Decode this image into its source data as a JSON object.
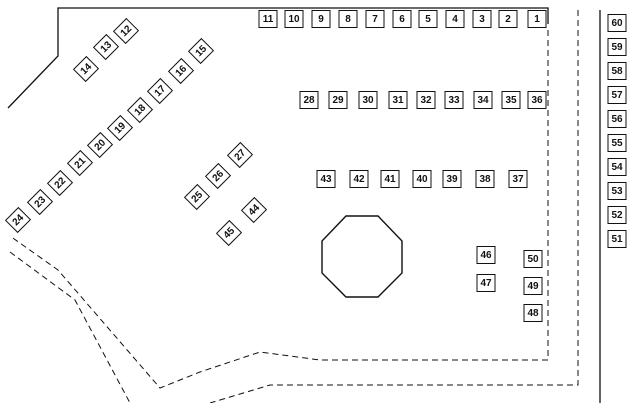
{
  "diagram": {
    "colors": {
      "ink": "#111111",
      "background": "#ffffff"
    },
    "top_row": [
      "11",
      "10",
      "9",
      "8",
      "7",
      "6",
      "5",
      "4",
      "3",
      "2",
      "1"
    ],
    "right_column": [
      "60",
      "59",
      "58",
      "57",
      "56",
      "55",
      "54",
      "53",
      "52",
      "51"
    ],
    "upper_left_cluster": [
      "14",
      "13",
      "12"
    ],
    "diagonal_row": [
      "24",
      "23",
      "22",
      "21",
      "20",
      "19",
      "18",
      "17",
      "16",
      "15"
    ],
    "middle_row": [
      "28",
      "29",
      "30",
      "31",
      "32",
      "33",
      "34",
      "35",
      "36"
    ],
    "lower_row": [
      "43",
      "42",
      "41",
      "40",
      "39",
      "38",
      "37"
    ],
    "center_cluster": [
      "25",
      "26",
      "27",
      "45",
      "44"
    ],
    "right_cluster": [
      "46",
      "47",
      "50",
      "49",
      "48"
    ],
    "central_feature": "octagon"
  }
}
